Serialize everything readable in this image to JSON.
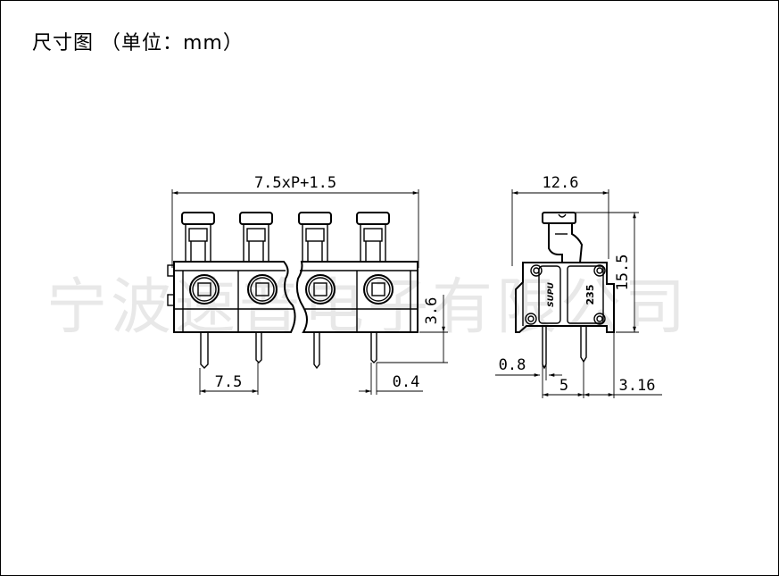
{
  "title": "尺寸图 （单位：mm）",
  "watermark": "宁波速普电子有限公司",
  "front_view": {
    "overall_width": "7.5xP+1.5",
    "pitch": "7.5",
    "pin_width": "0.4",
    "pin_length": "3.6"
  },
  "side_view": {
    "depth": "12.6",
    "height": "15.5",
    "pin_diameter": "0.8",
    "pin_spacing": "5",
    "pin_offset": "3.16",
    "brand_text": "SUPU",
    "model_text": "235"
  }
}
